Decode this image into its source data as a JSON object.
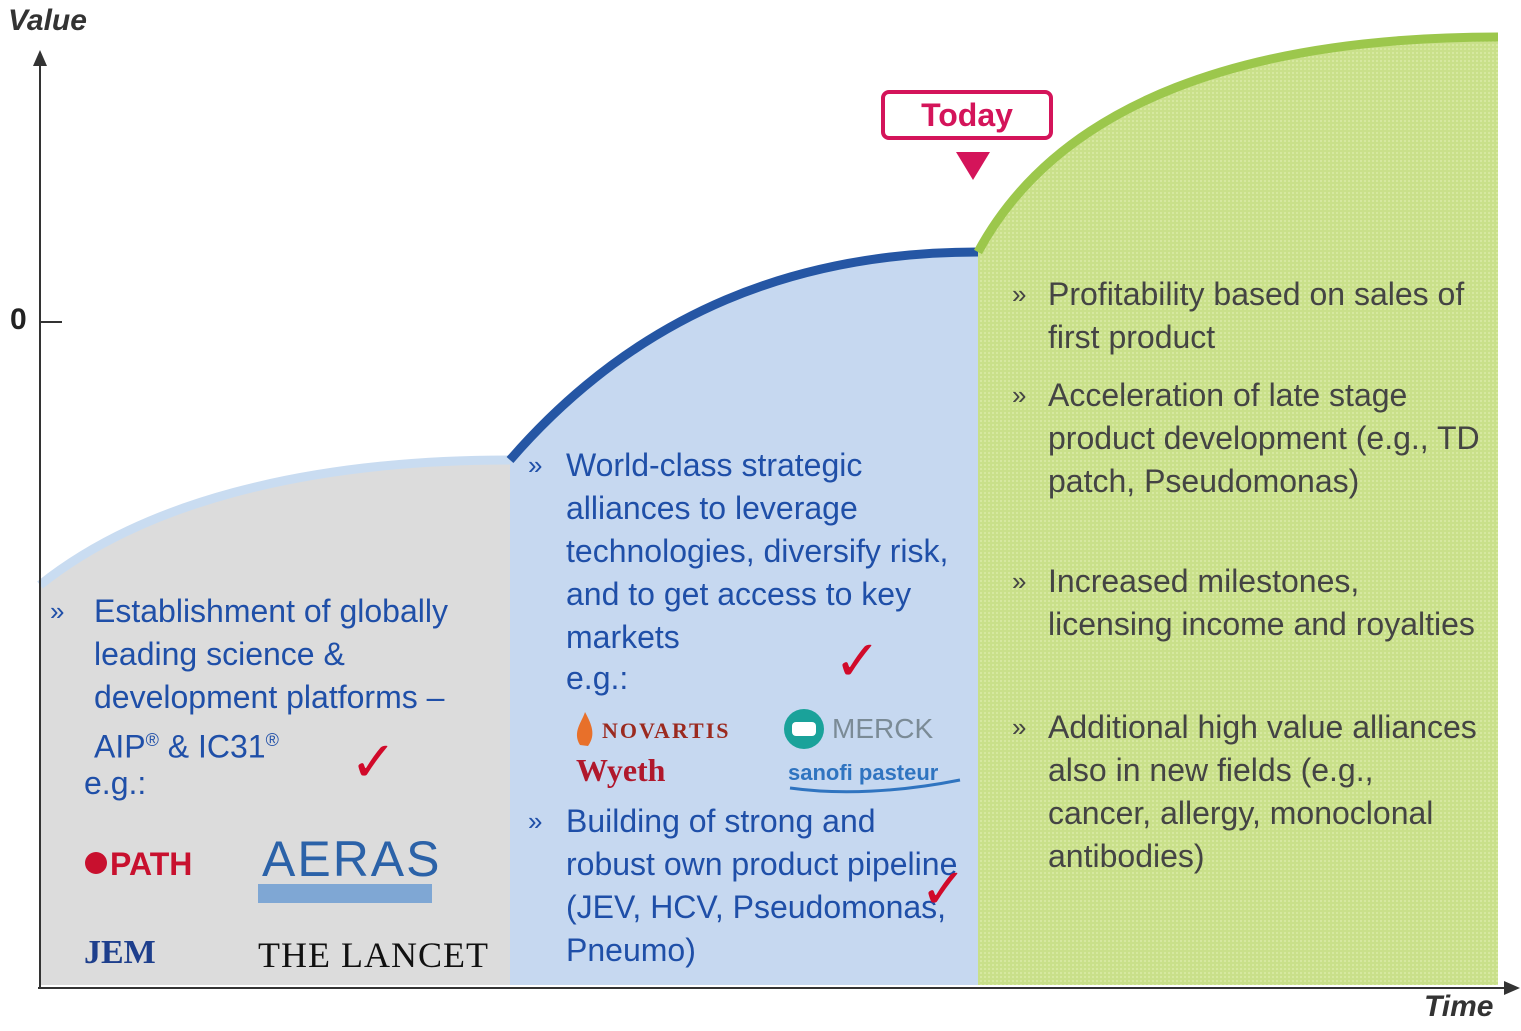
{
  "axes": {
    "y_title": "Value",
    "x_title": "Time",
    "zero_label": "0"
  },
  "today_marker": {
    "label": "Today"
  },
  "phases": [
    {
      "bullets": [
        {
          "text_parts": [
            "Establishment of globally leading science & development platforms – AIP",
            "®",
            " & IC31",
            "®"
          ]
        }
      ],
      "eg_label": "e.g.:",
      "logos": [
        "PATH",
        "AERAS",
        "JEM",
        "THE LANCET"
      ],
      "colors": {
        "fill": "#dcdcdc",
        "curve": "#c9dcf1"
      }
    },
    {
      "bullets": [
        {
          "text": "World-class strategic alliances to leverage technologies, diversify risk, and to get access to key markets"
        },
        {
          "text": "Building of strong and robust own product pipeline (JEV, HCV, Pseudomonas, Pneumo)"
        }
      ],
      "eg_label": "e.g.:",
      "logos": [
        "NOVARTIS",
        "MERCK",
        "Wyeth",
        "sanofi pasteur"
      ],
      "colors": {
        "fill": "#c6d8f0",
        "curve": "#2556a4"
      }
    },
    {
      "bullets": [
        {
          "text": "Profitability based on sales of first product"
        },
        {
          "text": "Acceleration of late stage product development (e.g., TD patch, Pseudomonas)"
        },
        {
          "text": "Increased milestones, licensing income and royalties"
        },
        {
          "text": "Additional high value alliances also in new fields (e.g., cancer, allergy, monoclonal antibodies)"
        }
      ],
      "colors": {
        "fill": "#c9e08a",
        "curve": "#9cc74c"
      }
    }
  ],
  "bullet_marker": "»",
  "check_mark": "✓",
  "colors": {
    "accent": "#d4145a",
    "check": "#d10a2a",
    "axis": "#333333",
    "text_blue": "#1f4fa8"
  }
}
